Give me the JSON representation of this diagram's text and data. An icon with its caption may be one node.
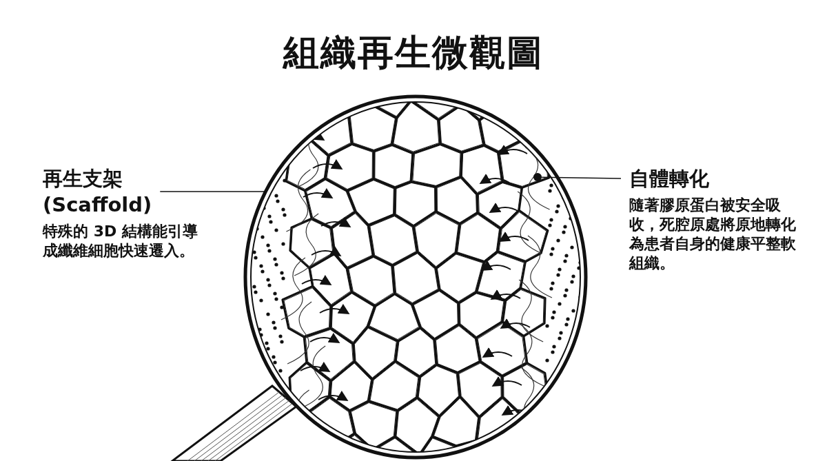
{
  "diagram": {
    "title": "組織再生微觀圖",
    "nodes": [
      {
        "text": [
          "再生支架 (Scaffold)",
          "特殊的 3D 結構能引導成纖維細胞快速遷入。"
        ]
      },
      {
        "text": [],
        "shape": "picture"
      },
      {
        "text": [],
        "shape": "circle",
        "in": 1
      },
      {
        "text": [
          "自體轉化",
          "隨著膠原蛋白被安全吸收，死腔原處將原地轉化為患者自身的健康平整軟組織。"
        ]
      }
    ],
    "edges": [
      {
        "from": 0,
        "to": 1,
        "arrow": "none"
      },
      {
        "from": 3,
        "to": 2,
        "arrow": "none"
      }
    ]
  }
}
